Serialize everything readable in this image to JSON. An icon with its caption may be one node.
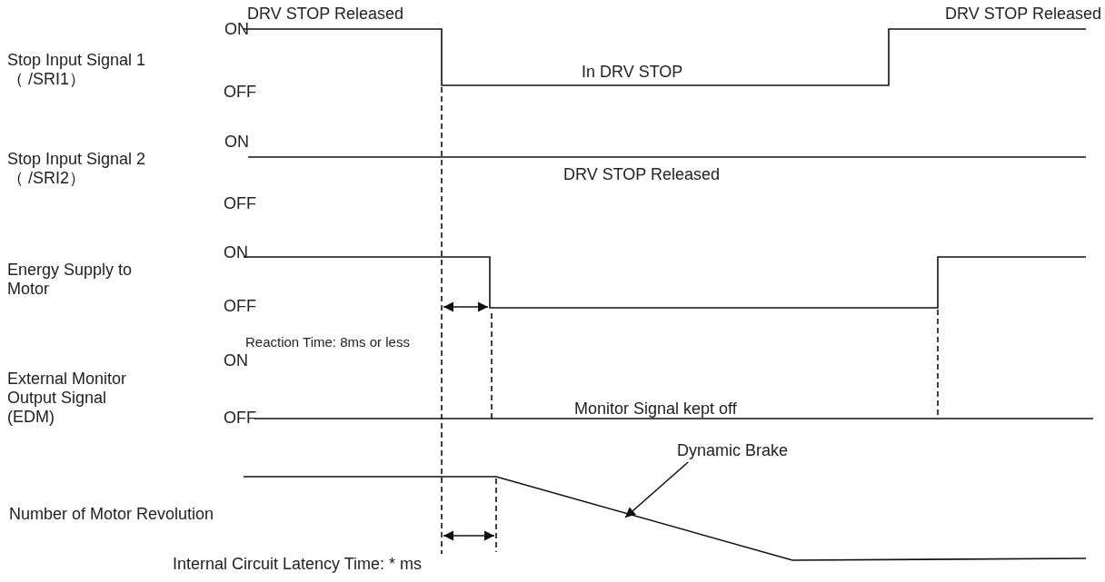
{
  "diagram": {
    "nodes": [
      {
        "text": [
          "Dynamic Brake"
        ]
      },
      {
        "text": [],
        "shape": "line"
      }
    ],
    "edges": [
      {
        "from": 0,
        "to": 1,
        "arrow": "to"
      }
    ],
    "labels": [
      "DRV STOP Released",
      "DRV STOP Released",
      "ON",
      "Stop Input Signal 1 （ /SRI1）",
      "OFF",
      "In DRV STOP",
      "ON",
      "Stop Input Signal 2 （ /SRI2）",
      "DRV STOP Released",
      "OFF",
      "ON",
      "Energy Supply to Motor",
      "OFF",
      "Reaction Time: 8ms or less",
      "ON",
      "External Monitor Output Signal (EDM)",
      "OFF",
      "Monitor Signal kept off",
      "Number of Motor Revolution",
      "Internal Circuit Latency Time: * ms"
    ]
  }
}
